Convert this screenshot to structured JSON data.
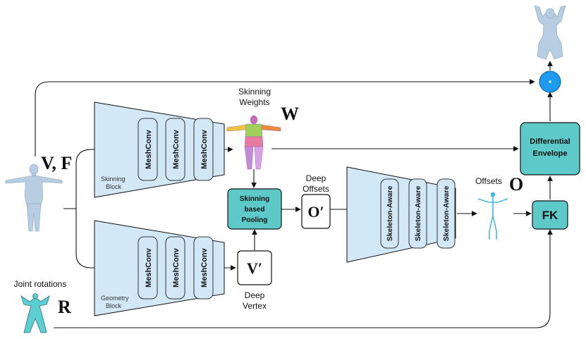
{
  "labels": {
    "skinning_weights_line1": "Skinning",
    "skinning_weights_line2": "Weights",
    "W": "W",
    "VF": "V, F",
    "deep_offsets_line1": "Deep",
    "deep_offsets_line2": "Offsets",
    "offsets": "Offsets",
    "O": "O",
    "O_prime": "O′",
    "V_prime": "V′",
    "deep_vertex_line1": "Deep",
    "deep_vertex_line2": "Vertex",
    "joint_rotations": "Joint rotations",
    "R": "R"
  },
  "blocks": {
    "skinning_block_line1": "Skinning",
    "skinning_block_line2": "Block",
    "geometry_block_line1": "Geometry",
    "geometry_block_line2": "Block",
    "meshconv": "MeshConv",
    "skeleton_aware": "Skeleton-Aware"
  },
  "boxes": {
    "pooling_line1": "Skinning",
    "pooling_line2": "based",
    "pooling_line3": "Pooling",
    "envelope_line1": "Differential",
    "envelope_line2": "Envelope",
    "fk": "FK"
  },
  "colors": {
    "block_fill": "#d3e8f7",
    "teal_fill": "#5ec9c9",
    "circle_fill": "#1e9bef",
    "mesh_body": "#b7cde2"
  },
  "icons": {
    "output_figure": "kneeling-human-icon",
    "input_mesh": "tpose-human-icon",
    "skinning_mesh": "colored-tpose-human-icon",
    "skeleton": "skeleton-icon",
    "joints": "joint-rotations-icon",
    "blend": "blend-circle-icon"
  }
}
